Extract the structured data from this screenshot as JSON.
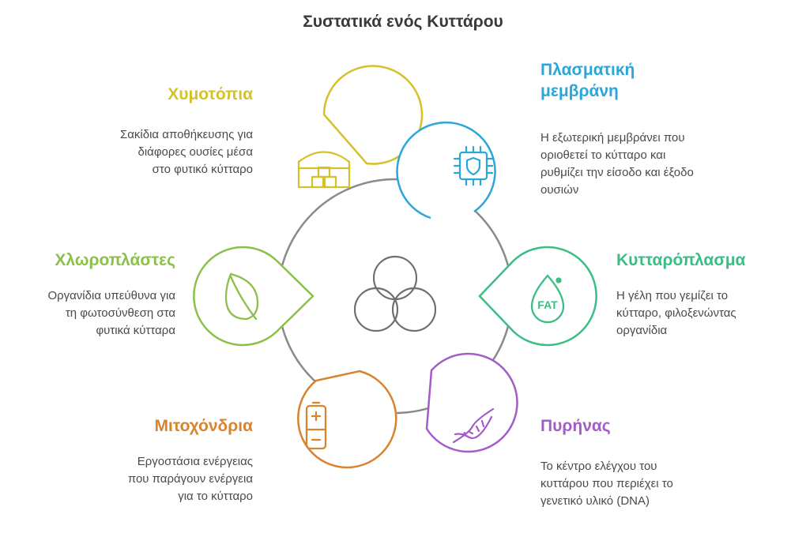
{
  "title": "Συστατικά ενός Κυττάρου",
  "colors": {
    "ring": "#8a8a8a",
    "center": "#707070",
    "yellow": "#d4c22a",
    "blue": "#2aa7d8",
    "green_light": "#8cc04a",
    "green": "#3cbd84",
    "orange": "#d9832e",
    "purple": "#a45cc8"
  },
  "components": [
    {
      "key": "vacuoles",
      "heading": "Χυμοτόπια",
      "description": [
        "Σακίδια αποθήκευσης για",
        "διάφορες ουσίες μέσα",
        "στο φυτικό κύτταρο"
      ],
      "color": "#d4c22a",
      "icon": "storage-icon"
    },
    {
      "key": "membrane",
      "heading": [
        "Πλασματική",
        "μεμβράνη"
      ],
      "description": [
        "Η εξωτερική μεμβράνει που",
        "οριοθετεί το κύτταρο  και",
        "ρυθμίζει την είσοδο και έξοδο",
        "ουσιών"
      ],
      "color": "#2aa7d8",
      "icon": "chip-shield-icon"
    },
    {
      "key": "chloroplasts",
      "heading": "Χλωροπλάστες",
      "description": [
        "Οργανίδια υπεύθυνα για",
        "τη φωτοσύνθεση στα",
        "φυτικά κύτταρα"
      ],
      "color": "#8cc04a",
      "icon": "leaf-icon"
    },
    {
      "key": "cytoplasm",
      "heading": "Κυτταρόπλασμα",
      "description": [
        "Η γέλη που γεμίζει το",
        "κύτταρο, φιλοξενώντας",
        "οργανίδια"
      ],
      "color": "#3cbd84",
      "icon": "fat-drop-icon",
      "icon_text": "FAT"
    },
    {
      "key": "mitochondria",
      "heading": "Μιτοχόνδρια",
      "description": [
        "Εργοστάσια ενέργειας",
        "που παράγουν ενέργεια",
        "για το κύτταρο"
      ],
      "color": "#d9832e",
      "icon": "battery-icon"
    },
    {
      "key": "nucleus",
      "heading": "Πυρήνας",
      "description": [
        "Το κέντρο ελέγχου του",
        "κυττάρου που περιέχει το",
        "γενετικό υλικό (DNA)"
      ],
      "color": "#a45cc8",
      "icon": "dna-icon"
    }
  ]
}
